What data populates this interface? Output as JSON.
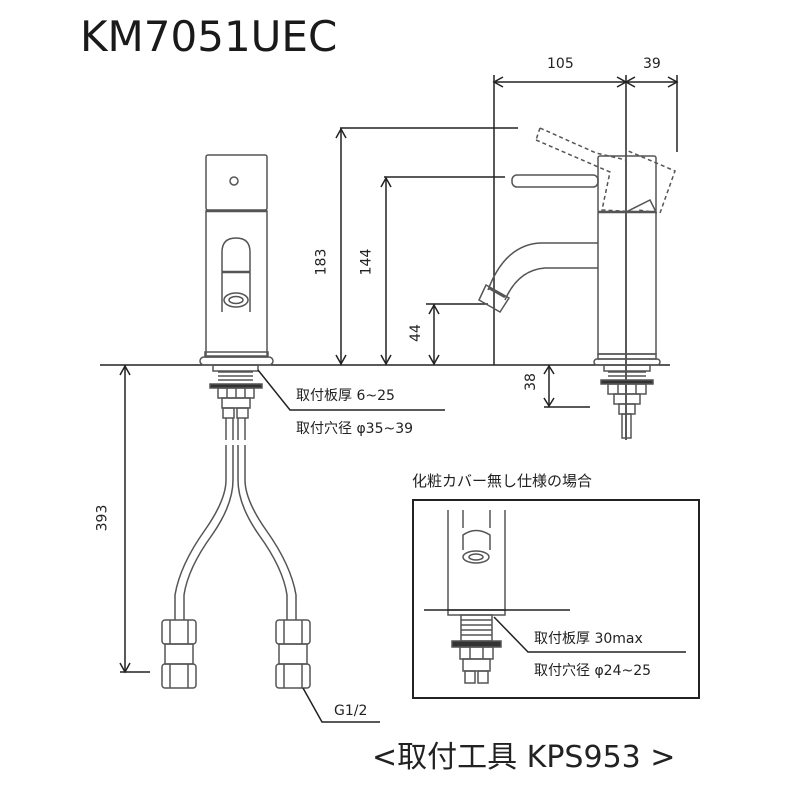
{
  "title": "KM7051UEC",
  "dimensions": {
    "spout_reach": "105",
    "handle_offset": "39",
    "total_height": "183",
    "handle_height": "144",
    "spout_height": "44",
    "under_counter_shank": "38",
    "hose_length": "393"
  },
  "annotations": {
    "mount_plate_thickness": "取付板厚 6~25",
    "mount_hole_diameter": "取付穴径 φ35~39",
    "hose_thread": "G1/2"
  },
  "inset": {
    "title": "化粧カバー無し仕様の場合",
    "mount_plate_thickness": "取付板厚 30max",
    "mount_hole_diameter": "取付穴径 φ24~25"
  },
  "footer": {
    "tool_note": "<取付工具 KPS953 >"
  },
  "colors": {
    "line": "#222222",
    "part_outline": "#555555",
    "background": "#ffffff"
  }
}
